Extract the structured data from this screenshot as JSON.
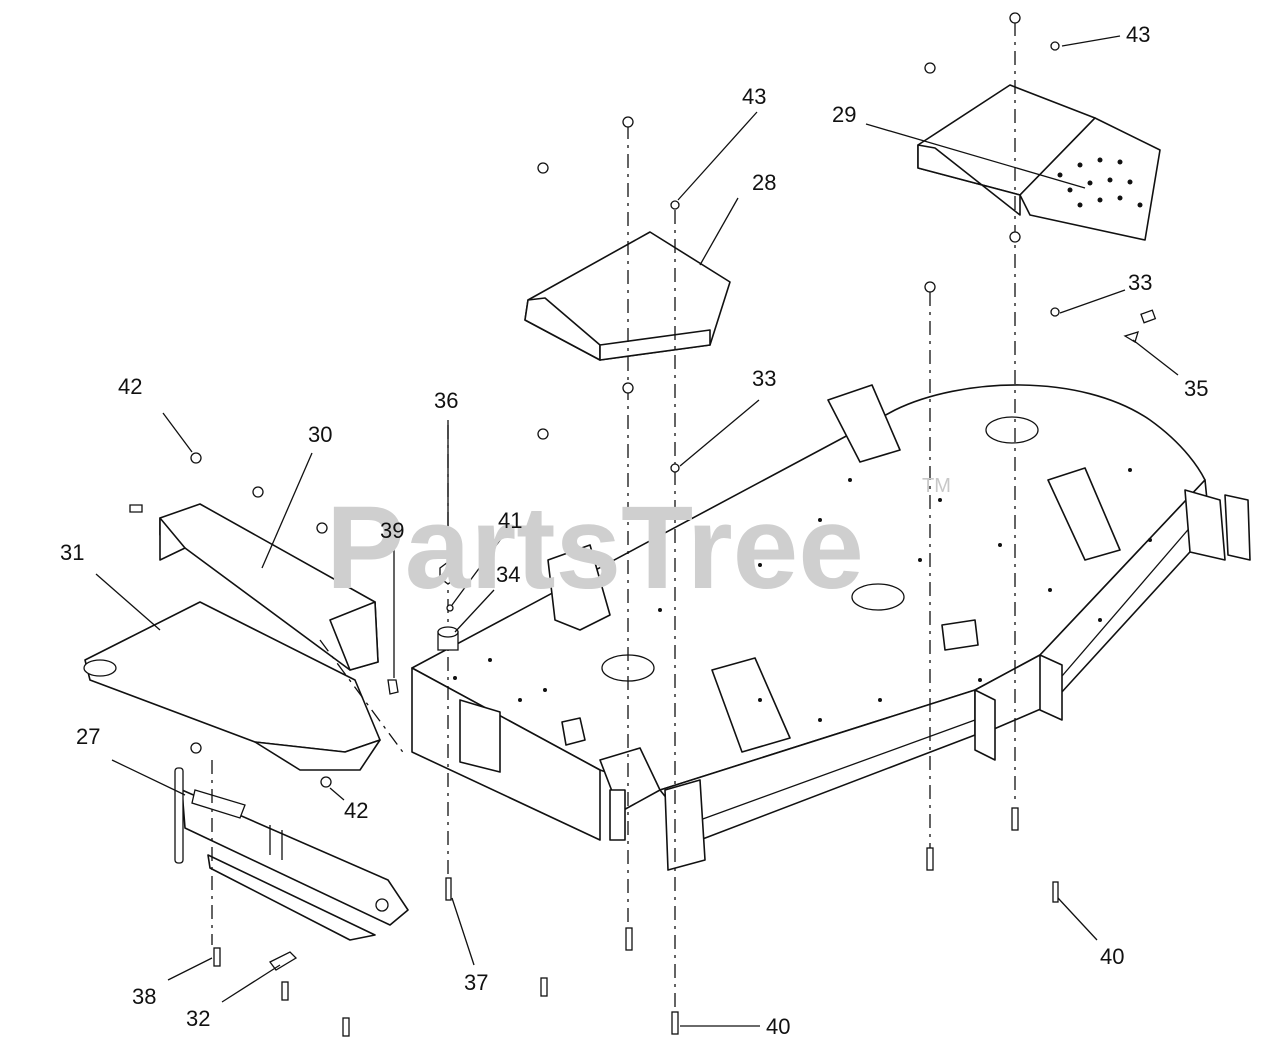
{
  "watermark": {
    "brand": "PartsTree",
    "trademark": "TM"
  },
  "labels": [
    {
      "id": "label-27",
      "text": "27"
    },
    {
      "id": "label-28",
      "text": "28"
    },
    {
      "id": "label-29",
      "text": "29"
    },
    {
      "id": "label-30",
      "text": "30"
    },
    {
      "id": "label-31",
      "text": "31"
    },
    {
      "id": "label-32",
      "text": "32"
    },
    {
      "id": "label-33-top",
      "text": "33"
    },
    {
      "id": "label-33-mid",
      "text": "33"
    },
    {
      "id": "label-34",
      "text": "34"
    },
    {
      "id": "label-35",
      "text": "35"
    },
    {
      "id": "label-36",
      "text": "36"
    },
    {
      "id": "label-37",
      "text": "37"
    },
    {
      "id": "label-38",
      "text": "38"
    },
    {
      "id": "label-39",
      "text": "39"
    },
    {
      "id": "label-40-right",
      "text": "40"
    },
    {
      "id": "label-40-bottom",
      "text": "40"
    },
    {
      "id": "label-41",
      "text": "41"
    },
    {
      "id": "label-42-top",
      "text": "42"
    },
    {
      "id": "label-42-bottom",
      "text": "42"
    },
    {
      "id": "label-43-top",
      "text": "43"
    },
    {
      "id": "label-43-mid",
      "text": "43"
    }
  ]
}
